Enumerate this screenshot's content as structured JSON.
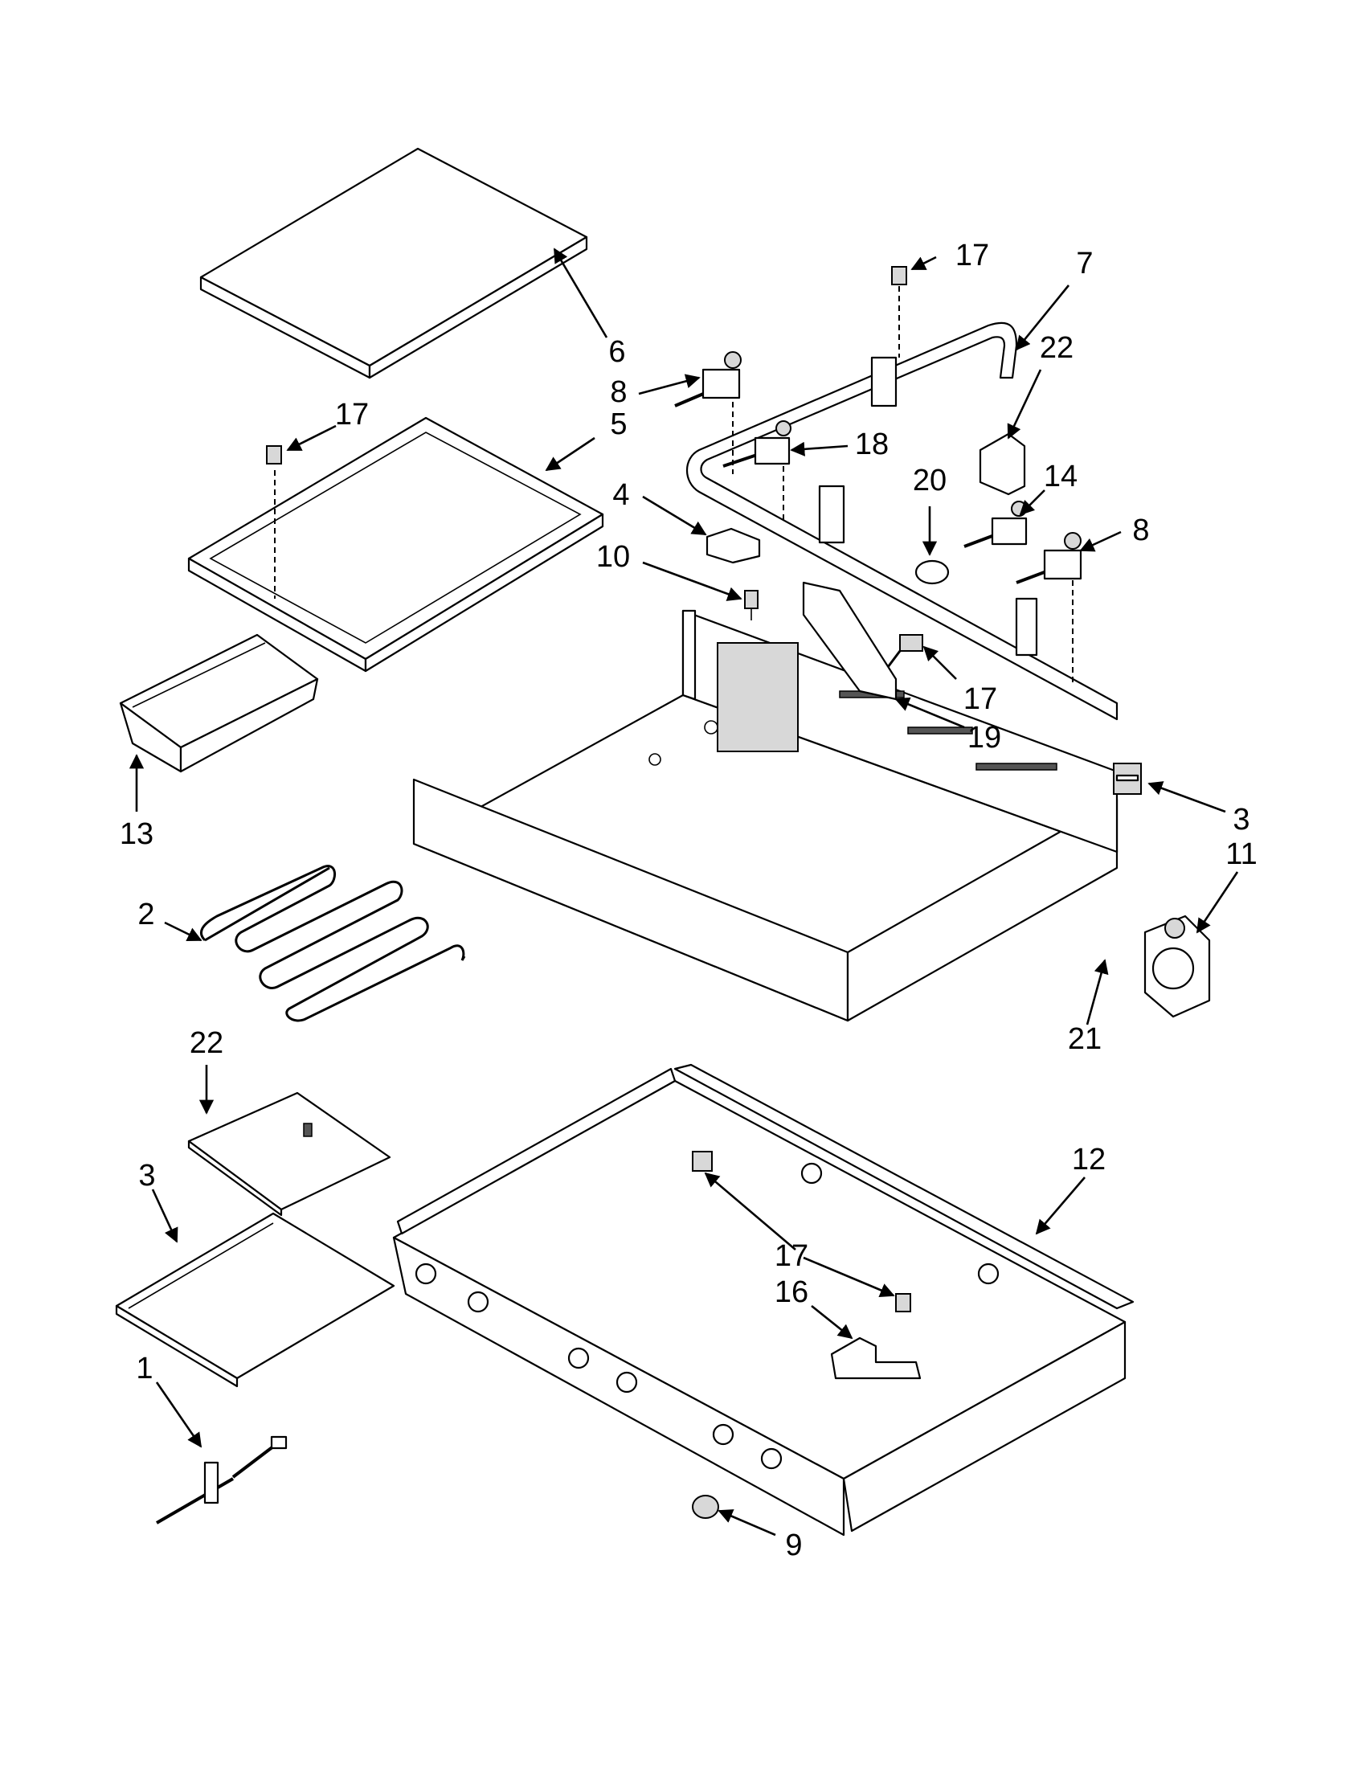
{
  "diagram": {
    "callouts": [
      {
        "id": "c6",
        "label": "6"
      },
      {
        "id": "c17a",
        "label": "17"
      },
      {
        "id": "c7",
        "label": "7"
      },
      {
        "id": "c22a",
        "label": "22"
      },
      {
        "id": "c8a",
        "label": "8"
      },
      {
        "id": "c17b",
        "label": "17"
      },
      {
        "id": "c5",
        "label": "5"
      },
      {
        "id": "c18",
        "label": "18"
      },
      {
        "id": "c4",
        "label": "4"
      },
      {
        "id": "c20",
        "label": "20"
      },
      {
        "id": "c14",
        "label": "14"
      },
      {
        "id": "c10",
        "label": "10"
      },
      {
        "id": "c8b",
        "label": "8"
      },
      {
        "id": "c17c",
        "label": "17"
      },
      {
        "id": "c19",
        "label": "19"
      },
      {
        "id": "c13",
        "label": "13"
      },
      {
        "id": "c3a",
        "label": "3"
      },
      {
        "id": "c11",
        "label": "11"
      },
      {
        "id": "c2",
        "label": "2"
      },
      {
        "id": "c21",
        "label": "21"
      },
      {
        "id": "c22b",
        "label": "22"
      },
      {
        "id": "c12",
        "label": "12"
      },
      {
        "id": "c3b",
        "label": "3"
      },
      {
        "id": "c17d",
        "label": "17"
      },
      {
        "id": "c16",
        "label": "16"
      },
      {
        "id": "c1",
        "label": "1"
      },
      {
        "id": "c9",
        "label": "9"
      }
    ]
  }
}
